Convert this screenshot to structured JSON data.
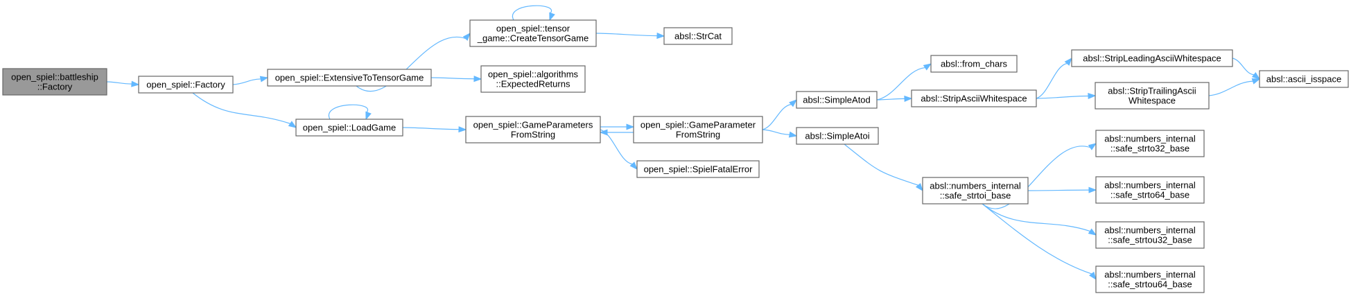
{
  "colors": {
    "edge": "#63b8ff",
    "node_border": "#666666",
    "node_fill": "#ffffff",
    "root_fill": "#999999"
  },
  "nodes": [
    {
      "id": "n0",
      "lines": [
        "open_spiel::battleship",
        "::Factory"
      ],
      "root": true
    },
    {
      "id": "n1",
      "lines": [
        "open_spiel::Factory"
      ]
    },
    {
      "id": "n2",
      "lines": [
        "open_spiel::ExtensiveToTensorGame"
      ]
    },
    {
      "id": "n3",
      "lines": [
        "open_spiel::LoadGame"
      ]
    },
    {
      "id": "n4",
      "lines": [
        "open_spiel::tensor",
        "_game::CreateTensorGame"
      ]
    },
    {
      "id": "n5",
      "lines": [
        "open_spiel::algorithms",
        "::ExpectedReturns"
      ]
    },
    {
      "id": "n6",
      "lines": [
        "absl::StrCat"
      ]
    },
    {
      "id": "n7",
      "lines": [
        "open_spiel::GameParameters",
        "FromString"
      ]
    },
    {
      "id": "n8",
      "lines": [
        "open_spiel::GameParameter",
        "FromString"
      ]
    },
    {
      "id": "n9",
      "lines": [
        "open_spiel::SpielFatalError"
      ]
    },
    {
      "id": "n10",
      "lines": [
        "absl::SimpleAtod"
      ]
    },
    {
      "id": "n11",
      "lines": [
        "absl::SimpleAtoi"
      ]
    },
    {
      "id": "n12",
      "lines": [
        "absl::from_chars"
      ]
    },
    {
      "id": "n13",
      "lines": [
        "absl::StripAsciiWhitespace"
      ]
    },
    {
      "id": "n14",
      "lines": [
        "absl::StripLeadingAsciiWhitespace"
      ]
    },
    {
      "id": "n15",
      "lines": [
        "absl::StripTrailingAscii",
        "Whitespace"
      ]
    },
    {
      "id": "n16",
      "lines": [
        "absl::ascii_isspace"
      ]
    },
    {
      "id": "n17",
      "lines": [
        "absl::numbers_internal",
        "::safe_strtoi_base"
      ]
    },
    {
      "id": "n18",
      "lines": [
        "absl::numbers_internal",
        "::safe_strto32_base"
      ]
    },
    {
      "id": "n19",
      "lines": [
        "absl::numbers_internal",
        "::safe_strto64_base"
      ]
    },
    {
      "id": "n20",
      "lines": [
        "absl::numbers_internal",
        "::safe_strtou32_base"
      ]
    },
    {
      "id": "n21",
      "lines": [
        "absl::numbers_internal",
        "::safe_strtou64_base"
      ]
    }
  ],
  "edges": [
    {
      "from": "n0",
      "to": "n1"
    },
    {
      "from": "n1",
      "to": "n2"
    },
    {
      "from": "n1",
      "to": "n3"
    },
    {
      "from": "n2",
      "to": "n4"
    },
    {
      "from": "n2",
      "to": "n5"
    },
    {
      "from": "n4",
      "to": "n4",
      "self": true
    },
    {
      "from": "n4",
      "to": "n6"
    },
    {
      "from": "n3",
      "to": "n3",
      "self": true
    },
    {
      "from": "n3",
      "to": "n7"
    },
    {
      "from": "n7",
      "to": "n8"
    },
    {
      "from": "n8",
      "to": "n7"
    },
    {
      "from": "n7",
      "to": "n9"
    },
    {
      "from": "n8",
      "to": "n10"
    },
    {
      "from": "n8",
      "to": "n11"
    },
    {
      "from": "n10",
      "to": "n12"
    },
    {
      "from": "n10",
      "to": "n13"
    },
    {
      "from": "n13",
      "to": "n14"
    },
    {
      "from": "n13",
      "to": "n15"
    },
    {
      "from": "n14",
      "to": "n16"
    },
    {
      "from": "n15",
      "to": "n16"
    },
    {
      "from": "n11",
      "to": "n17"
    },
    {
      "from": "n17",
      "to": "n18"
    },
    {
      "from": "n17",
      "to": "n19"
    },
    {
      "from": "n17",
      "to": "n20"
    },
    {
      "from": "n17",
      "to": "n21"
    }
  ]
}
